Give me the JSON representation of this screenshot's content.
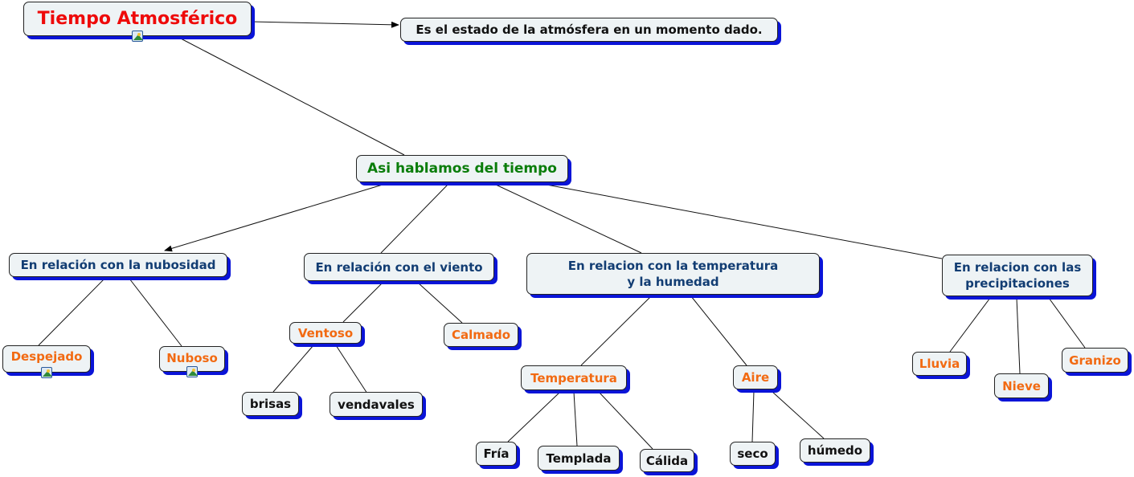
{
  "nodes": {
    "root": "Tiempo Atmosférico",
    "definition": "Es el estado de la atmósfera en un momento dado.",
    "asi": "Asi hablamos del tiempo",
    "nubosidad": "En relación con la nubosidad",
    "viento": "En relación con el viento",
    "temperatura_humedad": "En relacion con la temperatura\ny la humedad",
    "precipitaciones": "En relacion con las\nprecipitaciones",
    "despejado": "Despejado",
    "nuboso": "Nuboso",
    "ventoso": "Ventoso",
    "calmado": "Calmado",
    "brisas": "brisas",
    "vendavales": "vendavales",
    "temperatura": "Temperatura",
    "aire": "Aire",
    "fria": "Fría",
    "templada": "Templada",
    "calida": "Cálida",
    "seco": "seco",
    "humedo": "húmedo",
    "lluvia": "Lluvia",
    "nieve": "Nieve",
    "granizo": "Granizo"
  },
  "colors": {
    "title": "#ee0a0a",
    "green": "#0a7d0a",
    "navy": "#123d73",
    "orange": "#f26a12",
    "shadow": "#0a14d8"
  }
}
